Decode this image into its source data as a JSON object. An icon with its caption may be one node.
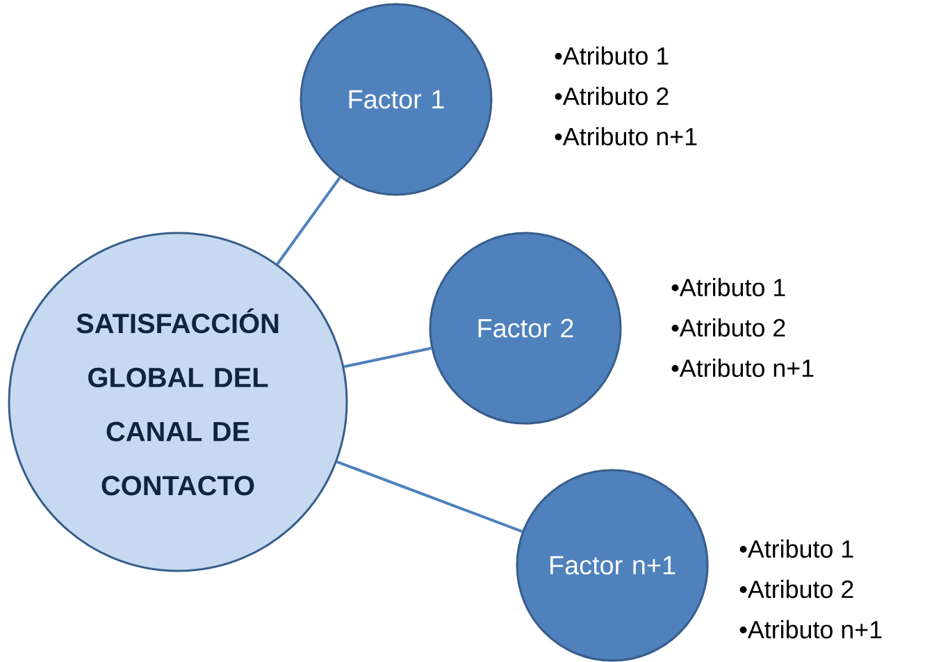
{
  "diagram": {
    "nodes": [
      {
        "text": [
          "SATISFACCIÓN GLOBAL DEL CANAL DE CONTACTO"
        ]
      },
      {
        "text": [
          "Factor 1"
        ],
        "beside": [
          "•Atributo 1",
          "•Atributo 2",
          "•Atributo n+1"
        ]
      },
      {
        "text": [
          "Factor 2"
        ],
        "beside": [
          "•Atributo 1",
          "•Atributo 2",
          "•Atributo n+1"
        ]
      },
      {
        "text": [
          "Factor n+1"
        ],
        "beside": [
          "•Atributo 1",
          "•Atributo 2",
          "•Atributo n+1"
        ]
      }
    ],
    "edges": [
      {
        "from": 0,
        "to": 1,
        "arrow": "none"
      },
      {
        "from": 0,
        "to": 2,
        "arrow": "none"
      },
      {
        "from": 0,
        "to": 3,
        "arrow": "none"
      }
    ]
  }
}
